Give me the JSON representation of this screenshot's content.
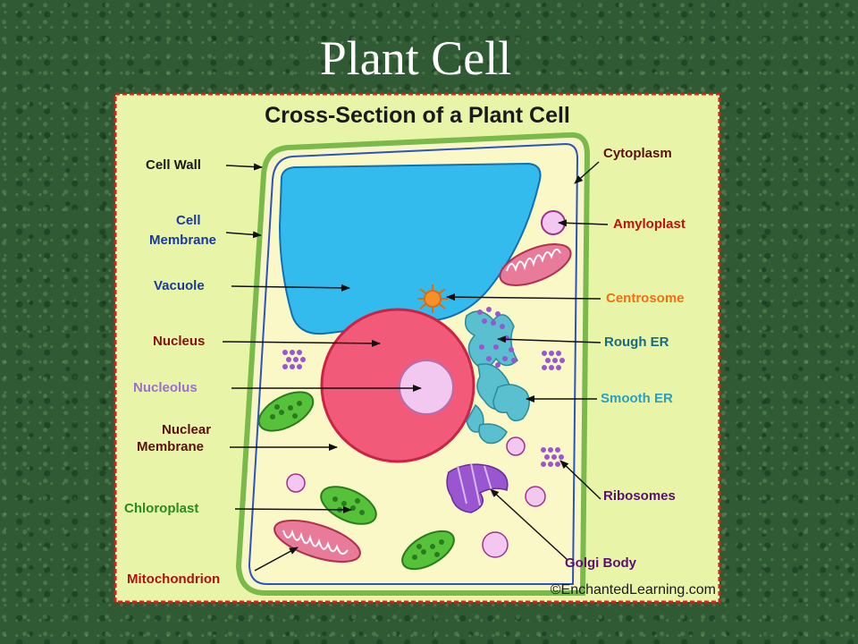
{
  "slide_title": "Plant Cell",
  "diagram": {
    "heading": "Cross-Section of a Plant Cell",
    "credit": "©EnchantedLearning.com",
    "labels": {
      "cell_wall": "Cell Wall",
      "cell_membrane_1": "Cell",
      "cell_membrane_2": "Membrane",
      "vacuole": "Vacuole",
      "nucleus": "Nucleus",
      "nucleolus": "Nucleolus",
      "nuclear_membrane_1": "Nuclear",
      "nuclear_membrane_2": "Membrane",
      "chloroplast": "Chloroplast",
      "mitochondrion": "Mitochondrion",
      "cytoplasm": "Cytoplasm",
      "amyloplast": "Amyloplast",
      "centrosome": "Centrosome",
      "rough_er": "Rough ER",
      "smooth_er": "Smooth ER",
      "ribosomes": "Ribosomes",
      "golgi_body": "Golgi Body"
    },
    "colors": {
      "panel_bg": "#e8f5a8",
      "panel_border": "#d42020",
      "cytoplasm": "#fbf8c8",
      "cell_wall": "#7aba4a",
      "membrane": "#2b55b8",
      "vacuole": "#33bbee",
      "nucleus": "#f25a7a",
      "nucleolus": "#f3c8f0",
      "chloroplast": "#56c23a",
      "mitochondrion": "#e87a9a",
      "er": "#5abfcf",
      "golgi": "#9a55d0",
      "ribosome": "#9a55d0",
      "centrosome": "#f5902a"
    }
  }
}
